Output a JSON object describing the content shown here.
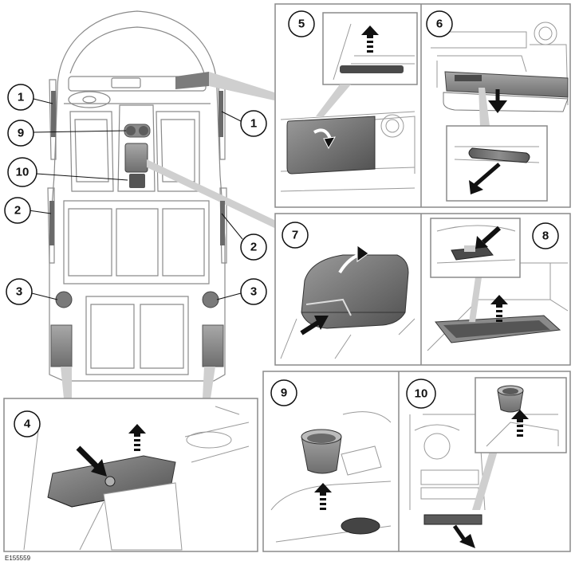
{
  "figure_code": "E155559",
  "callouts": {
    "c1": "1",
    "c2": "2",
    "c3": "3",
    "c4": "4",
    "c5": "5",
    "c6": "6",
    "c7": "7",
    "c8": "8",
    "c9": "9",
    "c10": "10"
  },
  "colors": {
    "outline": "#6b6b6b",
    "line": "#9a9a9a",
    "highlight": "#8a8a8a",
    "dark": "#4a4a4a",
    "black": "#111111",
    "panel_bg": "#ffffff",
    "leader": "#bdbdbd"
  }
}
